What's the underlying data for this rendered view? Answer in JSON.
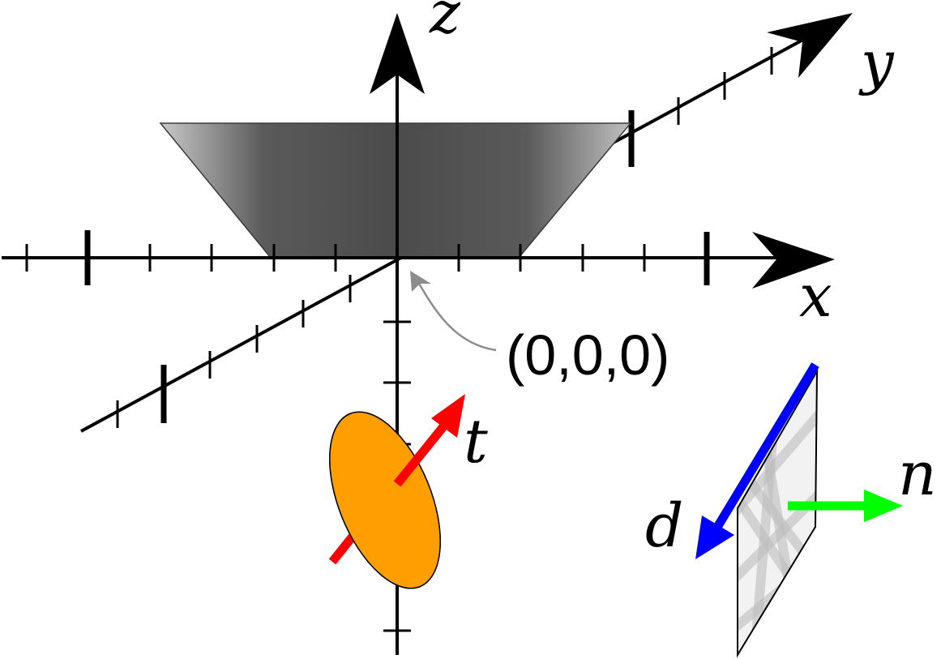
{
  "labels": {
    "x_axis": "x",
    "y_axis": "y",
    "z_axis": "z",
    "origin": "(0,0,0)",
    "vector_t": "t",
    "vector_d": "d",
    "vector_n": "n"
  },
  "colors": {
    "axes": "#000000",
    "trapezoid_dark": "#4d4d4d",
    "trapezoid_light": "#c4c4c4",
    "disk_fill": "#ff9e00",
    "vector_t": "#ff0000",
    "vector_d": "#0000ff",
    "vector_n": "#00ff00",
    "plane_fill": "#e6e6e6",
    "origin_pointer": "#8c8c8c"
  }
}
